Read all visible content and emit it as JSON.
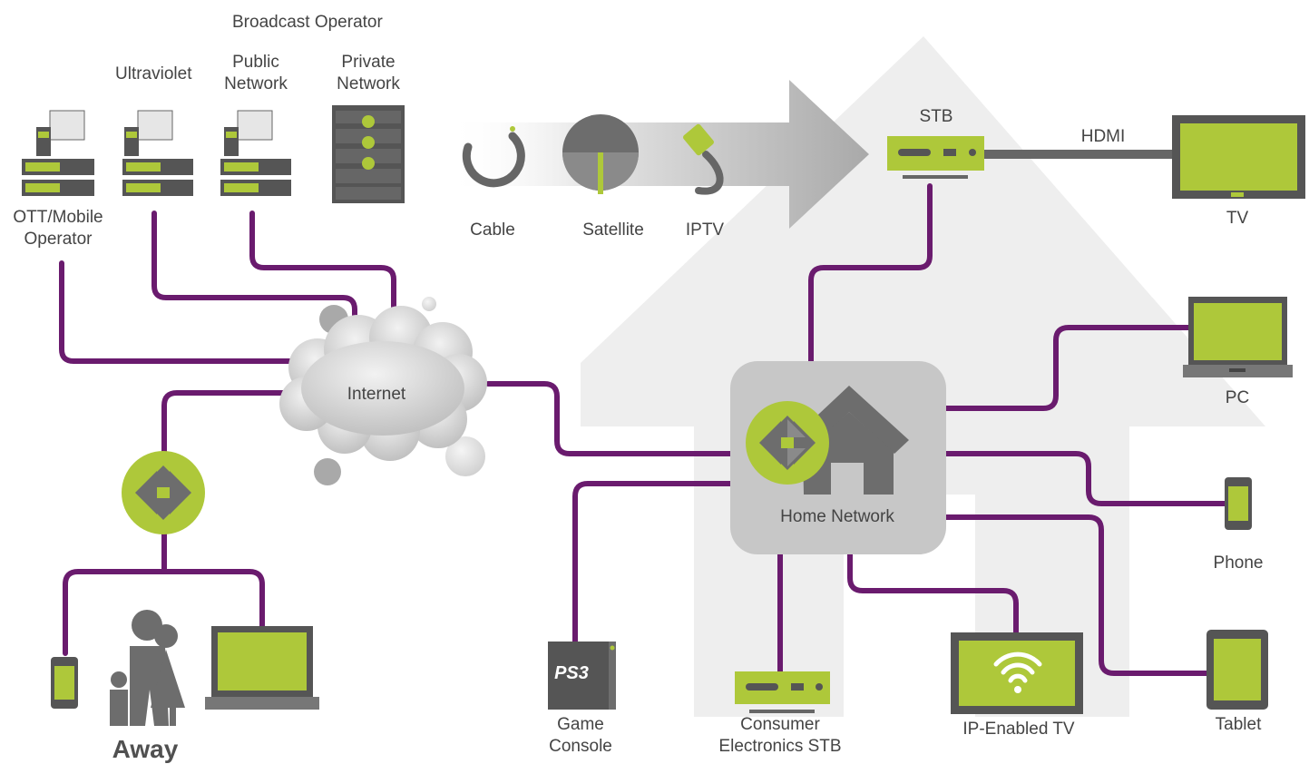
{
  "colors": {
    "link": "#6a1b6e",
    "accent": "#aec83a",
    "accent_light": "#c5d86a",
    "device_dark": "#555555",
    "device_mid": "#7d7d7d",
    "house": "#eeeeee",
    "cloud": "#c6c6c6"
  },
  "labels": {
    "broadcast_operator": "Broadcast Operator",
    "ultraviolet": "Ultraviolet",
    "public_network": [
      "Public",
      "Network"
    ],
    "private_network": [
      "Private",
      "Network"
    ],
    "ott_operator": [
      "OTT/Mobile",
      "Operator"
    ],
    "cable": "Cable",
    "satellite": "Satellite",
    "iptv": "IPTV",
    "stb": "STB",
    "hdmi": "HDMI",
    "tv": "TV",
    "pc": "PC",
    "phone": "Phone",
    "tablet": "Tablet",
    "internet": "Internet",
    "home_network": "Home Network",
    "game_console": [
      "Game",
      "Console"
    ],
    "ce_stb": [
      "Consumer",
      "Electronics STB"
    ],
    "ip_tv": "IP-Enabled TV",
    "away": "Away"
  },
  "icons": {
    "ott_server": "server-rack-icon",
    "private_server": "server-tower-icon",
    "cable": "cable-icon",
    "satellite": "satellite-dish-icon",
    "iptv": "ethernet-plug-icon",
    "router": "router-icon",
    "house": "house-icon",
    "console": "game-console-icon",
    "wifi": "wifi-icon",
    "family": "family-icon"
  },
  "console_logo": "PS3"
}
